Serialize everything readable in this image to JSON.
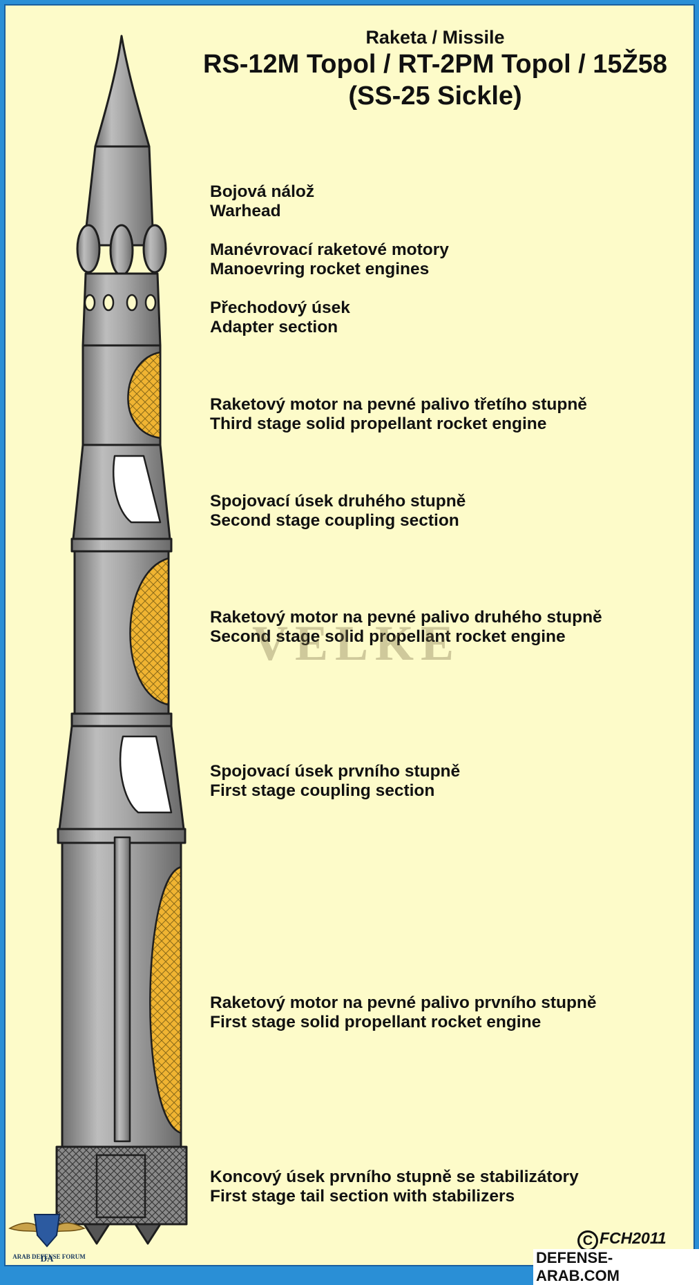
{
  "title": {
    "line1": "Raketa / Missile",
    "line2": "RS-12M Topol / RT-2PM Topol / 15Ž58",
    "line3": "(SS-25 Sickle)"
  },
  "labels": [
    {
      "cz": "Bojová nálož",
      "en": "Warhead"
    },
    {
      "cz": "Manévrovací raketové motory",
      "en": "Manoevring rocket engines"
    },
    {
      "cz": "Přechodový úsek",
      "en": "Adapter section"
    },
    {
      "cz": "Raketový motor na pevné palivo třetího stupně",
      "en": "Third stage solid propellant rocket engine"
    },
    {
      "cz": "Spojovací úsek druhého stupně",
      "en": "Second stage coupling section"
    },
    {
      "cz": "Raketový motor na pevné palivo druhého stupně",
      "en": "Second stage solid propellant rocket engine"
    },
    {
      "cz": "Spojovací úsek prvního stupně",
      "en": "First stage coupling section"
    },
    {
      "cz": "Raketový motor na pevné palivo prvního stupně",
      "en": "First stage solid propellant rocket engine"
    },
    {
      "cz": "Koncový úsek prvního stupně se stabilizátory",
      "en": "First stage tail section with stabilizers"
    }
  ],
  "watermark": "VELKE",
  "forum": {
    "logo": "DA",
    "name": "ARAB DEFENSE FORUM"
  },
  "copyright": {
    "symbol": "C",
    "text": "FCH2011"
  },
  "site": "DEFENSE-ARAB.COM",
  "colors": {
    "background": "#fdfbc9",
    "frame": "#2a8fd6",
    "missile_body": "#9a9a9a",
    "propellant": "#f0b432",
    "outline": "#1e1e1e"
  }
}
